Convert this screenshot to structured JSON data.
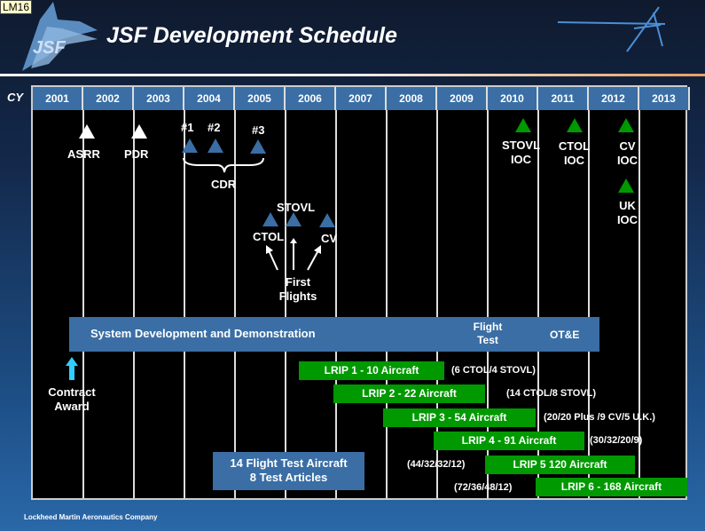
{
  "tag": "LM16",
  "logo_text": "JSF",
  "title": "JSF Development Schedule",
  "cy_label": "CY",
  "years": [
    "2001",
    "2002",
    "2003",
    "2004",
    "2005",
    "2006",
    "2007",
    "2008",
    "2009",
    "2010",
    "2011",
    "2012",
    "2013"
  ],
  "milestones": {
    "asrr": "ASRR",
    "pdr": "PDR",
    "n1": "#1",
    "n2": "#2",
    "n3": "#3",
    "cdr": "CDR",
    "stovl": "STOVL",
    "ctol": "CTOL",
    "cv": "CV",
    "first_flights": "First Flights",
    "stovl_ioc": "STOVL IOC",
    "ctol_ioc": "CTOL IOC",
    "cv_ioc": "CV IOC",
    "uk_ioc": "UK IOC"
  },
  "sdd": {
    "label": "System Development and Demonstration",
    "flight_test": "Flight Test",
    "ote": "OT&E"
  },
  "contract_award": "Contract Award",
  "lrip": [
    {
      "label": "LRIP 1 - 10 Aircraft",
      "note": "(6 CTOL/4 STOVL)"
    },
    {
      "label": "LRIP 2 - 22 Aircraft",
      "note": "(14 CTOL/8 STOVL)"
    },
    {
      "label": "LRIP 3 - 54 Aircraft",
      "note": "(20/20 Plus /9 CV/5 U.K.)"
    },
    {
      "label": "LRIP 4 - 91 Aircraft",
      "note": "(30/32/20/9)"
    },
    {
      "label": "LRIP 5   120 Aircraft",
      "note": "(44/32/32/12)"
    },
    {
      "label": "LRIP 6 - 168 Aircraft",
      "note": "(72/36/48/12)"
    }
  ],
  "test_box": {
    "line1": "14 Flight Test Aircraft",
    "line2": "8 Test Articles"
  },
  "footer": "Lockheed Martin Aeronautics Company",
  "colors": {
    "white_tri": "#ffffff",
    "blue_tri": "#3a6ea5",
    "green_tri": "#009900",
    "bar": "#009900",
    "sdd": "#3a6ea5"
  }
}
